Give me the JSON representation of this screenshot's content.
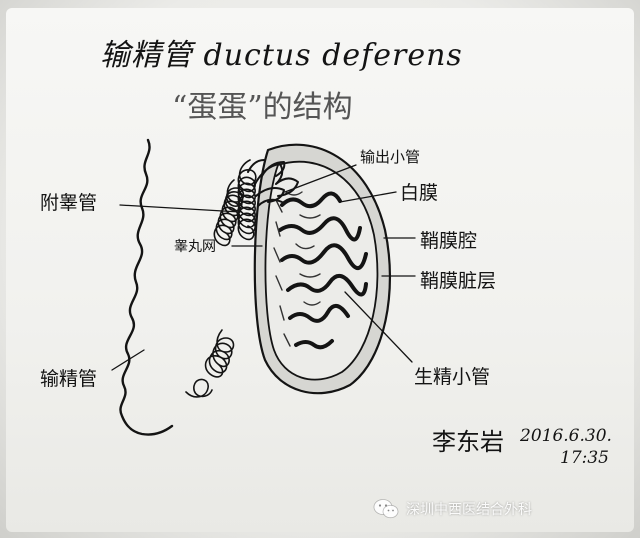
{
  "title": "输精管 ductus deferens",
  "subtitle": "“蛋蛋”的结构",
  "labels": {
    "efferent_ductules": "输出小管",
    "epididymis": "附睾管",
    "tunica_albuginea": "白膜",
    "rete_testis": "睾丸网",
    "tunica_vaginalis_cavity": "鞘膜腔",
    "tunica_vaginalis_layer": "鞘膜脏层",
    "seminiferous_tubules": "生精小管",
    "ductus_deferens": "输精管"
  },
  "signature": {
    "name": "李东岩",
    "date": "2016.6.30.",
    "time": "17:35"
  },
  "watermark": {
    "text": "深圳中西医结合外科",
    "icon": "wechat-icon"
  },
  "colors": {
    "ink": "#141414",
    "paper": "#f4f4f2",
    "shading": "#c8c8c4"
  }
}
